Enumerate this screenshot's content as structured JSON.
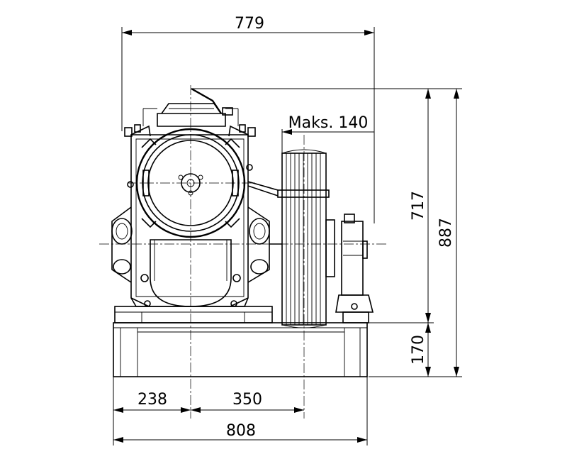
{
  "dimensions": {
    "overall_top": "779",
    "rope_max": "Maks. 140",
    "machine_height": "717",
    "total_height": "887",
    "frame_height": "170",
    "left_offset": "238",
    "sheave_offset": "350",
    "overall_bottom": "808"
  }
}
